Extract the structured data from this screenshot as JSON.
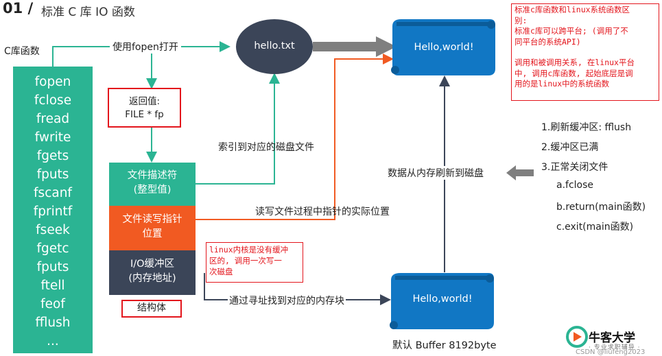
{
  "title": {
    "number": "01 /",
    "text": "标准 C 库 IO 函数"
  },
  "clib_label": "C库函数",
  "functions": [
    "fopen",
    "fclose",
    "fread",
    "fwrite",
    "fgets",
    "fputs",
    "fscanf",
    "fprintf",
    "fseek",
    "fgetc",
    "fputs",
    "ftell",
    "feof",
    "fflush",
    "..."
  ],
  "labels": {
    "use_fopen": "使用fopen打开",
    "index_disk": "索引到对应的磁盘文件",
    "rw_pointer": "读写文件过程中指针的实际位置",
    "find_memory": "通过寻址找到对应的内存块",
    "flush_disk": "数据从内存刷新到磁盘"
  },
  "return_box": {
    "line1": "返回值:",
    "line2": "FILE * fp"
  },
  "struct": {
    "fd": {
      "line1": "文件描述符",
      "line2": "(整型值)"
    },
    "rw": {
      "line1": "文件读写指针",
      "line2": "位置"
    },
    "io": {
      "line1": "I/O缓冲区",
      "line2": "(内存地址)"
    },
    "label": "结构体"
  },
  "file_node": "hello.txt",
  "disk_scroll": "Hello,world!",
  "buffer_scroll": "Hello,world!",
  "buffer_caption": "默认 Buffer 8192byte",
  "flush_conditions": {
    "c1": "1.刷新缓冲区: fflush",
    "c2": "2.缓冲区已满",
    "c3": "3.正常关闭文件",
    "a": "a.fclose",
    "b": "b.return(main函数)",
    "c": "c.exit(main函数)"
  },
  "note_right": {
    "l1": "标准c库函数和linux系统函数区",
    "l2": "别:",
    "l3": "标准c库可以跨平台; (调用了不",
    "l4": "同平台的系统API)",
    "l5": "调用和被调用关系, 在linux平台",
    "l6": "中, 调用c库函数, 起始底层是调",
    "l7": "用的是linux中的系统函数"
  },
  "note_kernel": {
    "l1": "linux内核是没有缓冲",
    "l2": "区的, 调用一次写一",
    "l3": "次磁盘"
  },
  "logo": {
    "name": "牛客大学",
    "sub": "· 专业求职辅导 ·"
  },
  "watermark": "CSDN @liufeng2023",
  "colors": {
    "green": "#2bb493",
    "orange": "#f15a22",
    "navy": "#3b4558",
    "blue": "#1177c4",
    "red": "#e3141b",
    "gray": "#7f7f7f"
  }
}
